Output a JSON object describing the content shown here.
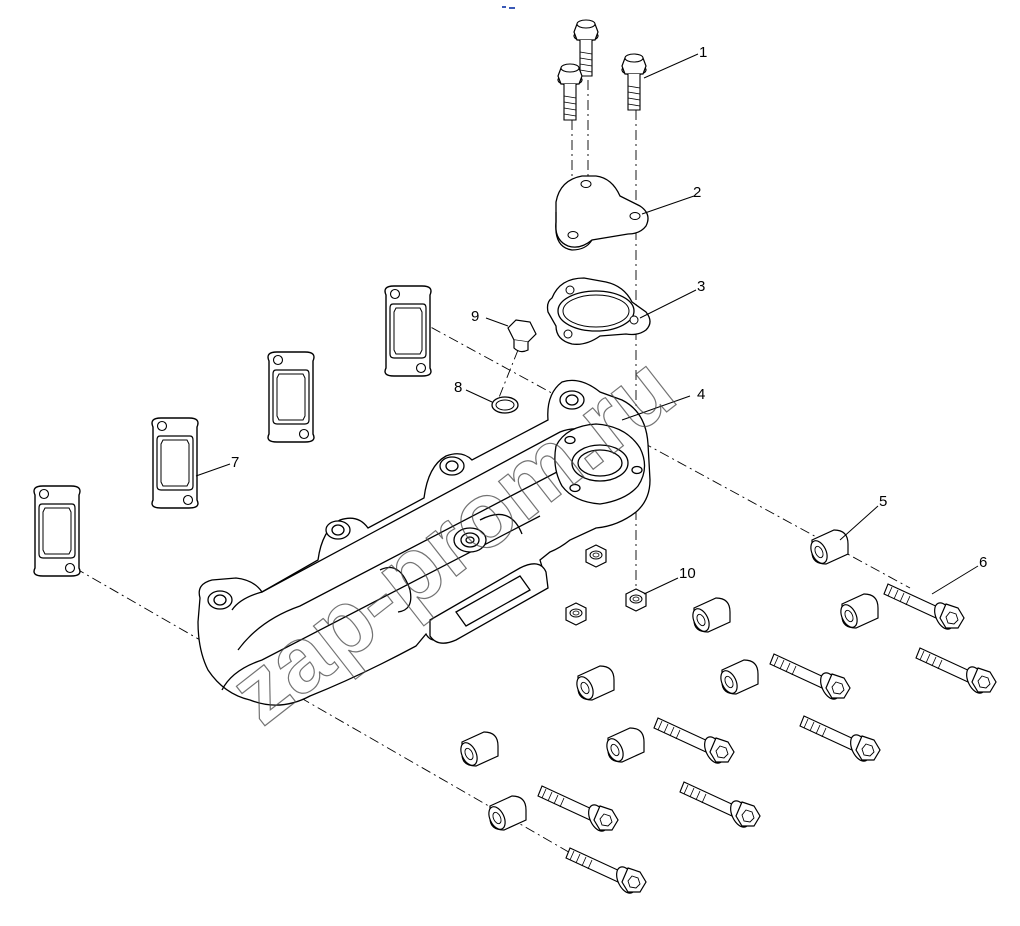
{
  "diagram": {
    "type": "exploded-parts-view",
    "callouts": [
      {
        "id": "1",
        "label": "1"
      },
      {
        "id": "2",
        "label": "2"
      },
      {
        "id": "3",
        "label": "3"
      },
      {
        "id": "4",
        "label": "4"
      },
      {
        "id": "5",
        "label": "5"
      },
      {
        "id": "6",
        "label": "6"
      },
      {
        "id": "7",
        "label": "7"
      },
      {
        "id": "8",
        "label": "8"
      },
      {
        "id": "9",
        "label": "9"
      },
      {
        "id": "10",
        "label": "10"
      }
    ],
    "watermark": "zap-prom.ru"
  }
}
